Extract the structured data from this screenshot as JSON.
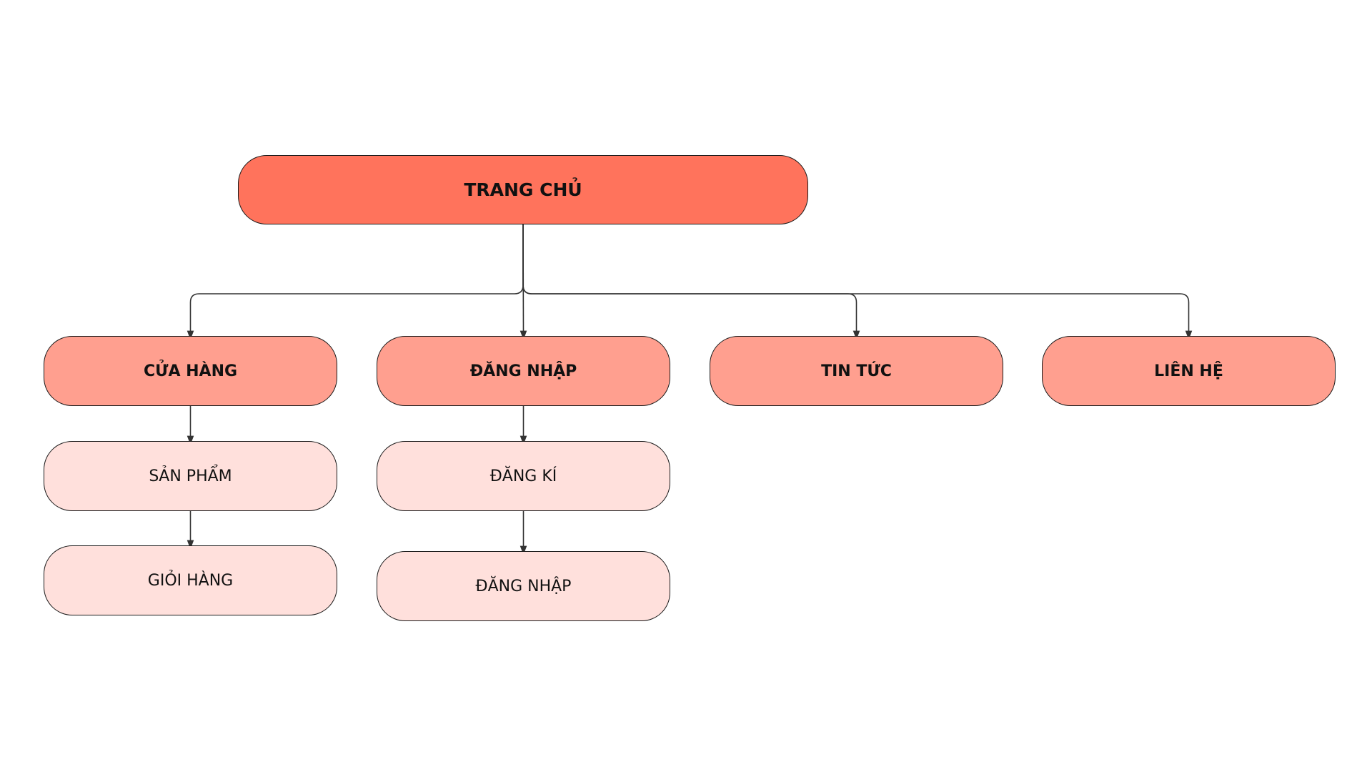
{
  "colors": {
    "root_fill": "#ff735c",
    "level1_fill": "#ff9f8f",
    "level2_fill": "#ffe0dc",
    "stroke": "#1a1a1a",
    "connector": "#333333"
  },
  "nodes": {
    "root": {
      "label": "TRANG CHỦ"
    },
    "cua_hang": {
      "label": "CỬA HÀNG"
    },
    "dang_nhap": {
      "label": "ĐĂNG NHẬP"
    },
    "tin_tuc": {
      "label": "TIN TỨC"
    },
    "lien_he": {
      "label": "LIÊN HỆ"
    },
    "san_pham": {
      "label": "SẢN PHẨM"
    },
    "gio_hang": {
      "label": "GIỎI HÀNG"
    },
    "dang_ki": {
      "label": "ĐĂNG KÍ"
    },
    "dang_nhap_2": {
      "label": "ĐĂNG NHẬP"
    }
  },
  "edges": [
    {
      "from": "root",
      "to": "cua_hang"
    },
    {
      "from": "root",
      "to": "dang_nhap"
    },
    {
      "from": "root",
      "to": "tin_tuc"
    },
    {
      "from": "root",
      "to": "lien_he"
    },
    {
      "from": "cua_hang",
      "to": "san_pham"
    },
    {
      "from": "san_pham",
      "to": "gio_hang"
    },
    {
      "from": "dang_nhap",
      "to": "dang_ki"
    },
    {
      "from": "dang_ki",
      "to": "dang_nhap_2"
    }
  ]
}
